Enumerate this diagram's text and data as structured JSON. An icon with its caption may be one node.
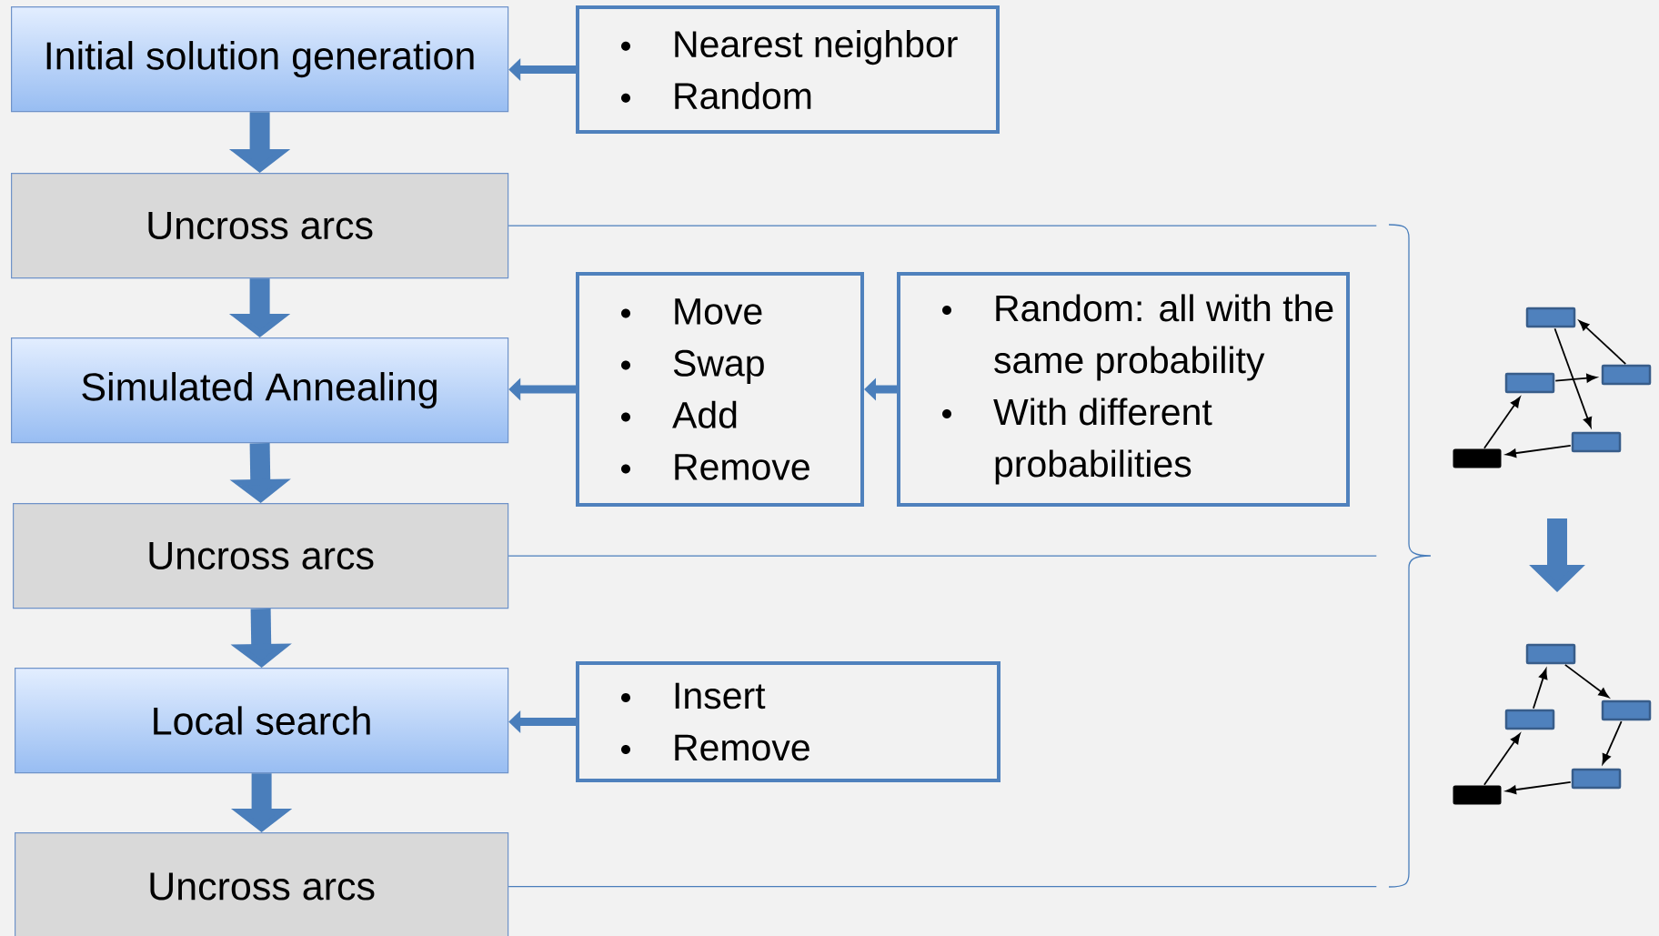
{
  "diagram": {
    "nodes": [
      {
        "text": [
          "Initial solution generation"
        ]
      },
      {
        "text": [
          "Uncross arcs"
        ]
      },
      {
        "text": [
          "Simulated Annealing"
        ]
      },
      {
        "text": [
          "Uncross arcs"
        ]
      },
      {
        "text": [
          "Local search"
        ]
      },
      {
        "text": [
          "Uncross arcs"
        ]
      },
      {
        "text": [
          "Nearest neighbor",
          "Random"
        ]
      },
      {
        "text": [
          "Move",
          "Swap",
          "Add",
          "Remove"
        ]
      },
      {
        "text": [
          "Random: all with the same probability",
          "With different probabilities"
        ]
      },
      {
        "text": [
          "Insert",
          "Remove"
        ]
      },
      {
        "text": [],
        "shape": "box"
      },
      {
        "text": [],
        "shape": "box"
      },
      {
        "text": [],
        "shape": "box"
      },
      {
        "text": [],
        "shape": "box"
      },
      {
        "text": [],
        "shape": "box"
      },
      {
        "text": [],
        "shape": "box"
      },
      {
        "text": [],
        "shape": "box"
      },
      {
        "text": [],
        "shape": "box"
      },
      {
        "text": [],
        "shape": "box"
      },
      {
        "text": [],
        "shape": "box"
      },
      {
        "text": [],
        "shape": "brace"
      }
    ],
    "edges": [
      {
        "from": 0,
        "to": 1,
        "arrow": "to",
        "style": "thick"
      },
      {
        "from": 1,
        "to": 2,
        "arrow": "to",
        "style": "thick"
      },
      {
        "from": 2,
        "to": 3,
        "arrow": "to",
        "style": "thick"
      },
      {
        "from": 3,
        "to": 4,
        "arrow": "to",
        "style": "thick"
      },
      {
        "from": 4,
        "to": 5,
        "arrow": "to",
        "style": "thick"
      },
      {
        "from": 6,
        "to": 0,
        "arrow": "to",
        "style": "thick"
      },
      {
        "from": 7,
        "to": 2,
        "arrow": "to",
        "style": "thick"
      },
      {
        "from": 8,
        "to": 7,
        "arrow": "to",
        "style": "thick"
      },
      {
        "from": 9,
        "to": 4,
        "arrow": "to",
        "style": "thick"
      },
      {
        "from": 1,
        "to": 20,
        "arrow": "none"
      },
      {
        "from": 3,
        "to": 20,
        "arrow": "none"
      },
      {
        "from": 5,
        "to": 20,
        "arrow": "none"
      },
      {
        "from": 14,
        "to": 11,
        "arrow": "to",
        "color": "#000000"
      },
      {
        "from": 11,
        "to": 12,
        "arrow": "to",
        "color": "#000000"
      },
      {
        "from": 12,
        "to": 10,
        "arrow": "to",
        "color": "#000000"
      },
      {
        "from": 10,
        "to": 13,
        "arrow": "to",
        "color": "#000000"
      },
      {
        "from": 13,
        "to": 14,
        "arrow": "to",
        "color": "#000000"
      },
      {
        "from": 19,
        "to": 16,
        "arrow": "to",
        "color": "#000000"
      },
      {
        "from": 16,
        "to": 15,
        "arrow": "to",
        "color": "#000000"
      },
      {
        "from": 15,
        "to": 17,
        "arrow": "to",
        "color": "#000000"
      },
      {
        "from": 17,
        "to": 18,
        "arrow": "to",
        "color": "#000000"
      },
      {
        "from": 18,
        "to": 19,
        "arrow": "to",
        "color": "#000000"
      }
    ]
  }
}
